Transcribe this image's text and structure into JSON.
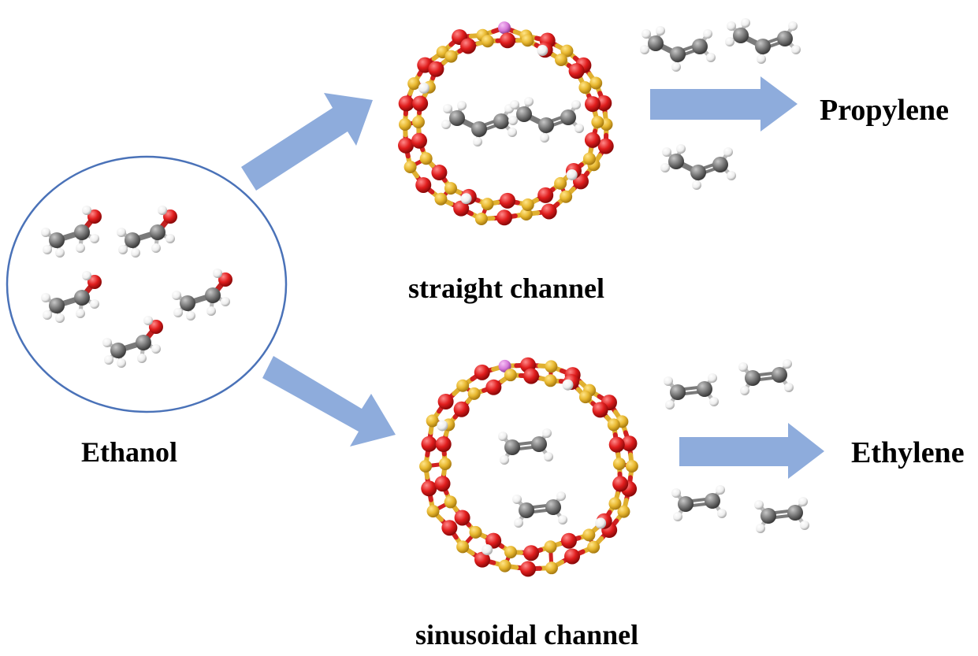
{
  "labels": {
    "reactant": "Ethanol",
    "straight_channel": "straight channel",
    "sinusoidal_channel": "sinusoidal channel",
    "product_straight": "Propylene",
    "product_sinusoidal": "Ethylene"
  },
  "colors": {
    "arrow": "#8eacdc",
    "ellipse_stroke": "#4a72b8",
    "oxygen": "#e01d1d",
    "silicon": "#e8b830",
    "carbon": "#7a7a7a",
    "hydrogen": "#f2f2f2",
    "aluminum": "#d77ad9"
  },
  "molecules": {
    "ethanol_count": 5,
    "propylene_count": 5,
    "ethylene_count": 6
  }
}
